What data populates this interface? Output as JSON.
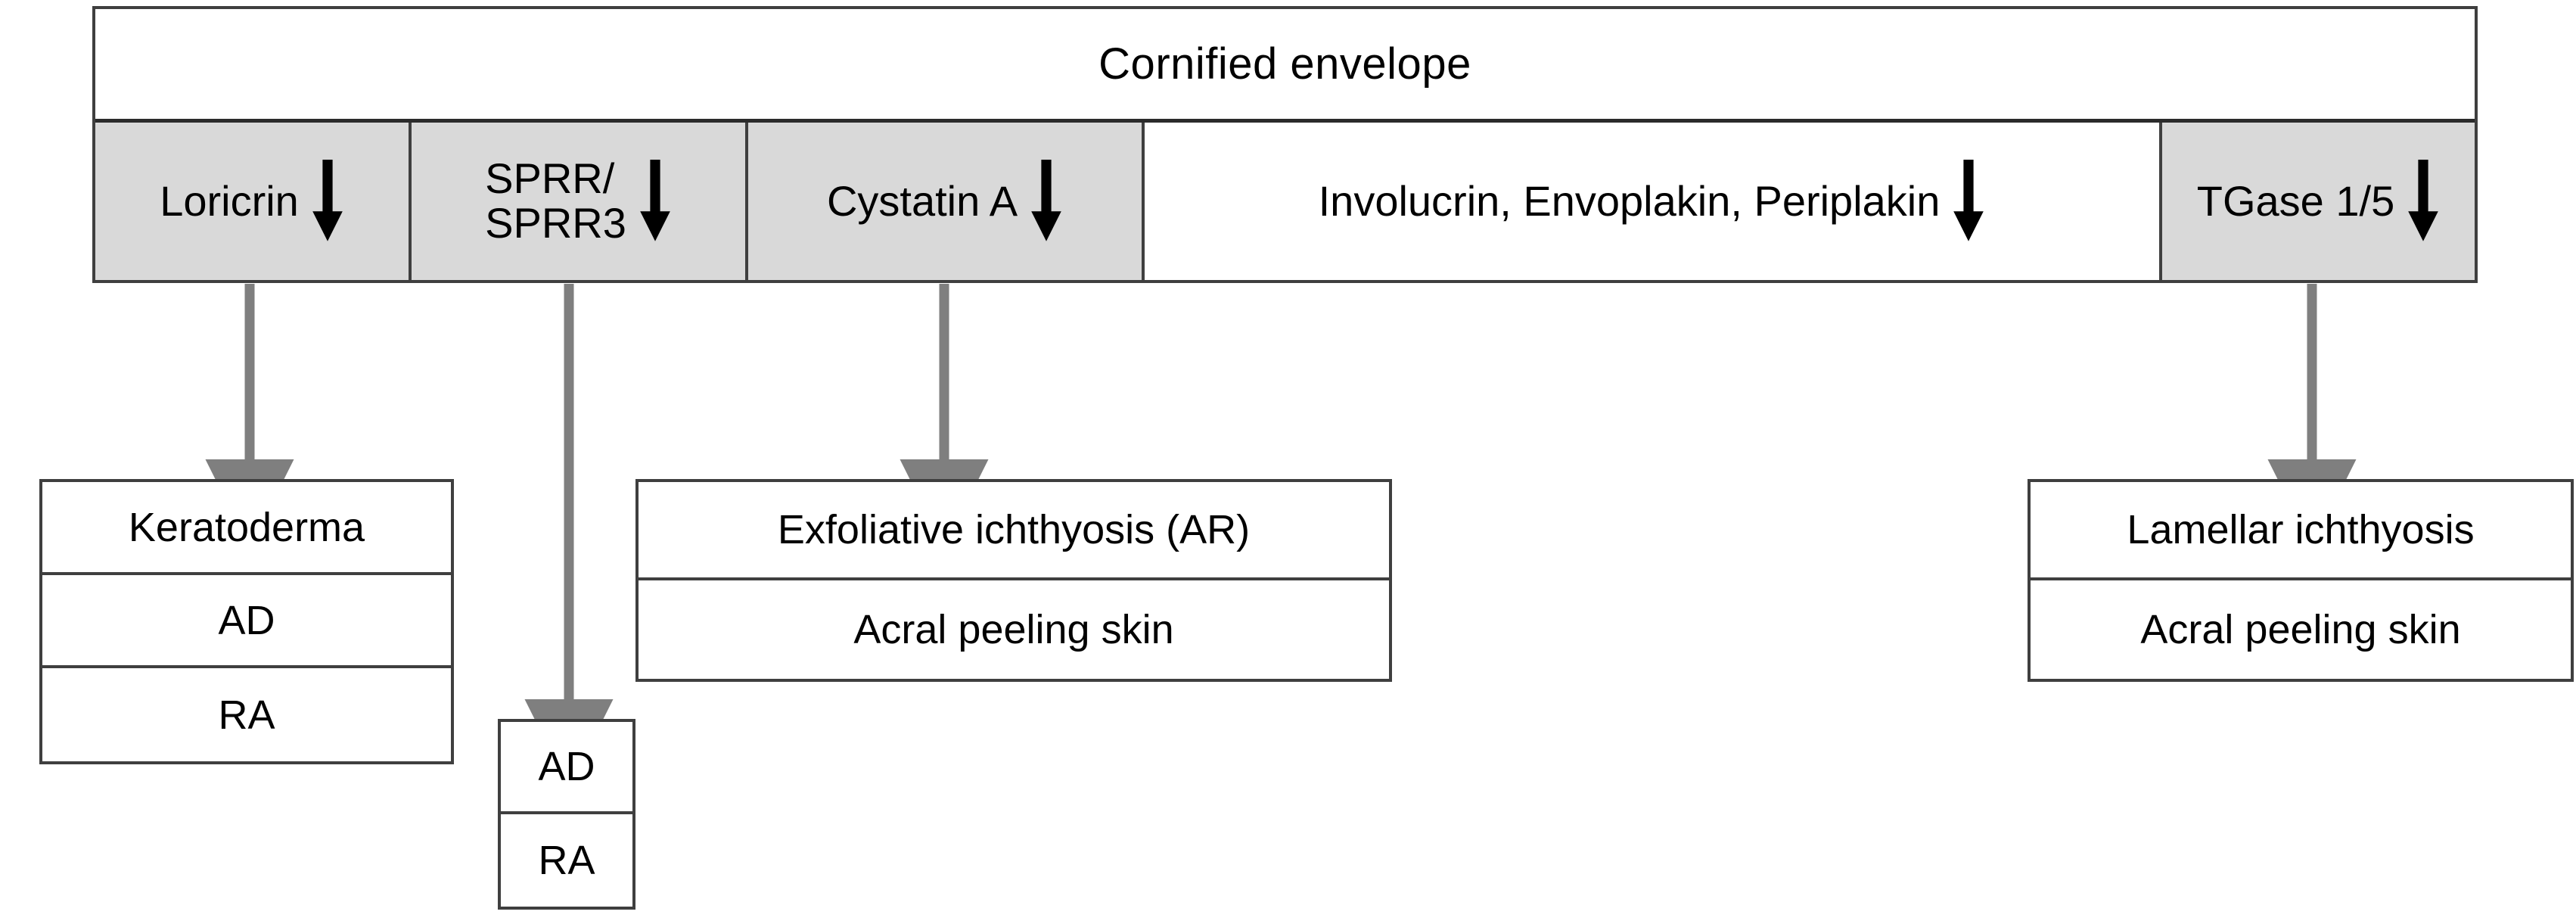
{
  "diagram": {
    "title": "Cornified envelope",
    "arrow_icon": "down-arrow-icon",
    "colors": {
      "cell_fill": "#d9d9d9",
      "border": "#3f3f3f",
      "connector": "#7f7f7f",
      "background": "#ffffff"
    },
    "gene_row": [
      {
        "label": "Loricrin",
        "arrow": "down",
        "filled": true,
        "multiline": false
      },
      {
        "label": "SPRR/\nSPRR3",
        "arrow": "down",
        "filled": true,
        "multiline": true
      },
      {
        "label": "Cystatin A",
        "arrow": "down",
        "filled": true,
        "multiline": false
      },
      {
        "label": "Involucrin, Envoplakin, Periplakin",
        "arrow": "down",
        "filled": false,
        "multiline": false
      },
      {
        "label": "TGase 1/5",
        "arrow": "down",
        "filled": true,
        "multiline": false
      }
    ],
    "outcomes": {
      "keratoderma": {
        "rows": [
          "Keratoderma",
          "AD",
          "RA"
        ]
      },
      "sprr_inheritance": {
        "rows": [
          "AD",
          "RA"
        ]
      },
      "exfoliative": {
        "rows": [
          "Exfoliative ichthyosis (AR)",
          "Acral peeling skin"
        ]
      },
      "lamellar": {
        "rows": [
          "Lamellar ichthyosis",
          "Acral peeling skin"
        ]
      }
    },
    "connections": [
      {
        "from": "Loricrin",
        "to": "Keratoderma"
      },
      {
        "from": "SPRR/SPRR3",
        "to": "AD / RA"
      },
      {
        "from": "Cystatin A",
        "to": "Exfoliative ichthyosis (AR)"
      },
      {
        "from": "TGase 1/5",
        "to": "Lamellar ichthyosis"
      }
    ]
  }
}
